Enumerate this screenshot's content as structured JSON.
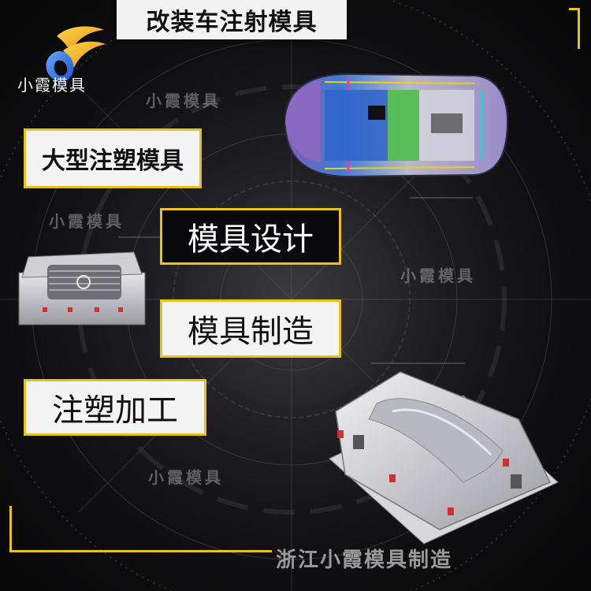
{
  "header": {
    "title": "改装车注射模具"
  },
  "logo": {
    "brand_text": "小霞模具",
    "icon": "flame-swoosh-logo-icon"
  },
  "features": {
    "large_mold": "大型注塑模具",
    "design": "模具设计",
    "manufacturing": "模具制造",
    "processing": "注塑加工"
  },
  "watermarks": {
    "wm1": "小霞模具",
    "wm2": "小霞模具",
    "wm3": "小霞模具",
    "wm4": "小霞模具"
  },
  "footer": {
    "company": "浙江小霞模具制造"
  },
  "colors": {
    "accent": "#e8c21a",
    "background": "#0b0b0d",
    "banner": "#f2f2f2"
  },
  "images": {
    "car": "car-body-mold-render",
    "grille": "front-grille-mold-render",
    "mold": "bumper-injection-mold-render"
  }
}
